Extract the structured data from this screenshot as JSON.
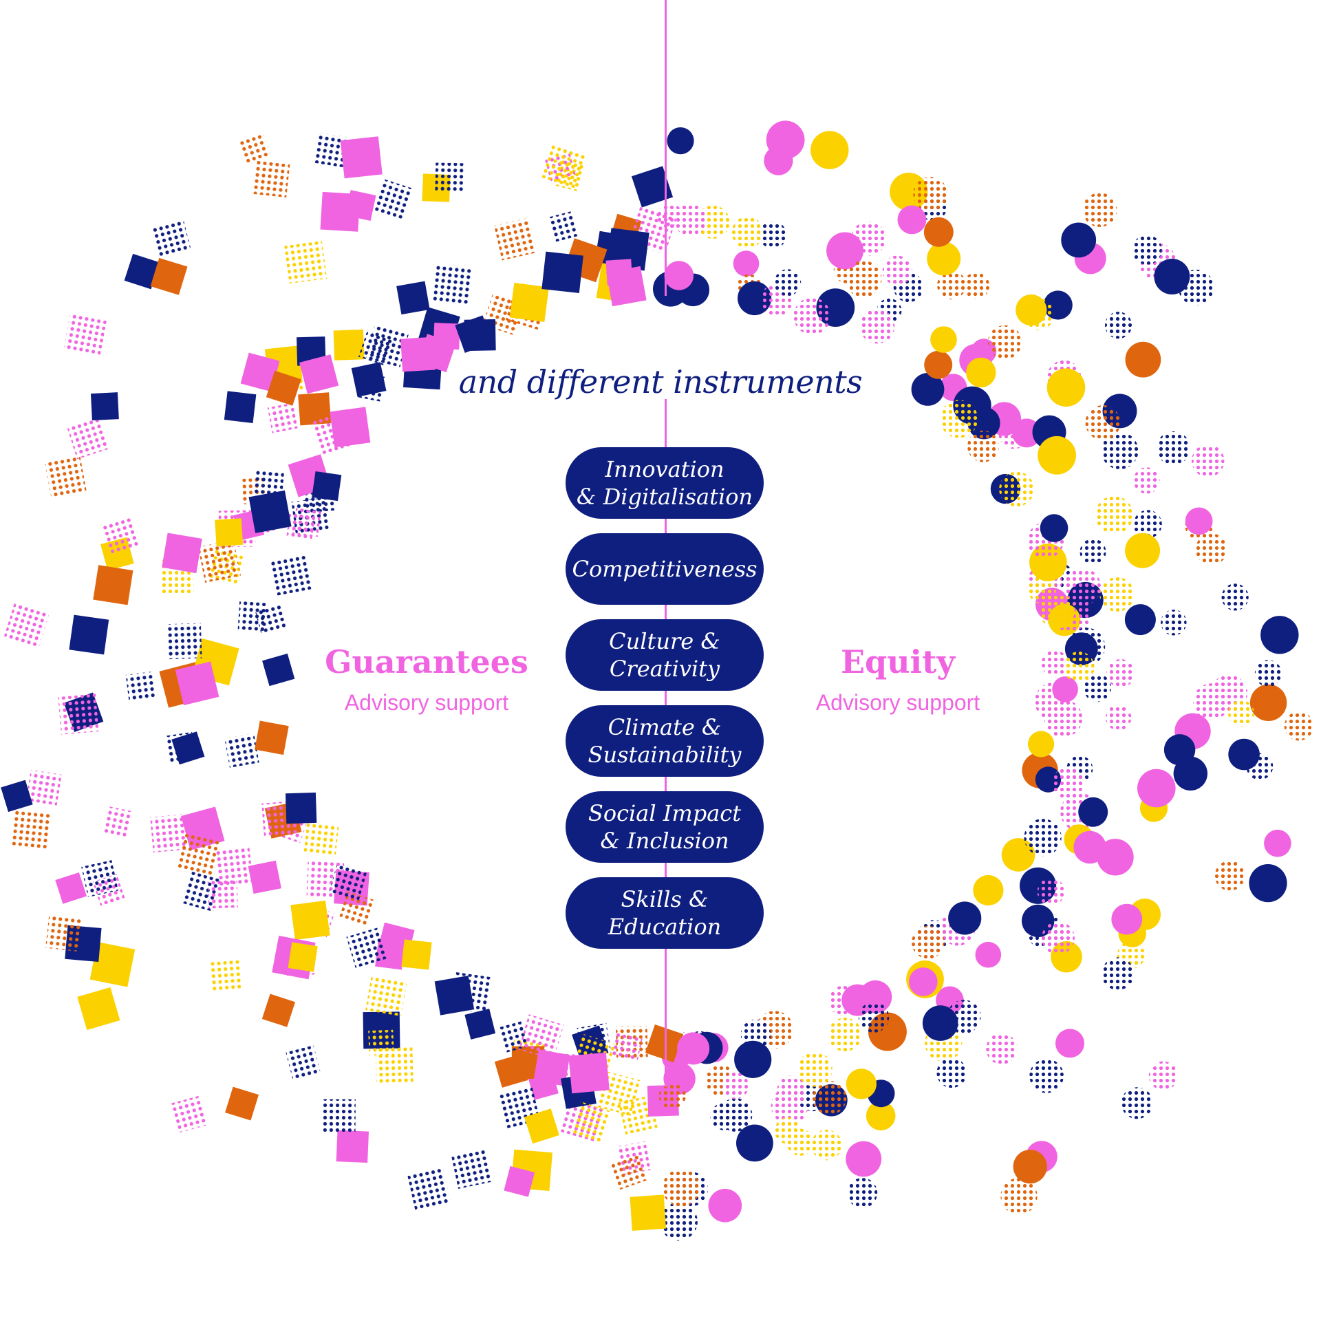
{
  "colors": {
    "navy": "#0f1f80",
    "pink": "#f064e1",
    "orange": "#e0650f",
    "yellow": "#fbd200",
    "background": "#ffffff"
  },
  "heading": "and different instruments",
  "left": {
    "title": "Guarantees",
    "subtitle": "Advisory support",
    "shape": "square"
  },
  "right": {
    "title": "Equity",
    "subtitle": "Advisory support",
    "shape": "circle"
  },
  "areas": [
    {
      "label": "Innovation\n& Digitalisation"
    },
    {
      "label": "Competitiveness"
    },
    {
      "label": "Culture &\nCreativity"
    },
    {
      "label": "Climate &\nSustainability"
    },
    {
      "label": "Social Impact\n& Inclusion"
    },
    {
      "label": "Skills &\nEducation"
    }
  ]
}
